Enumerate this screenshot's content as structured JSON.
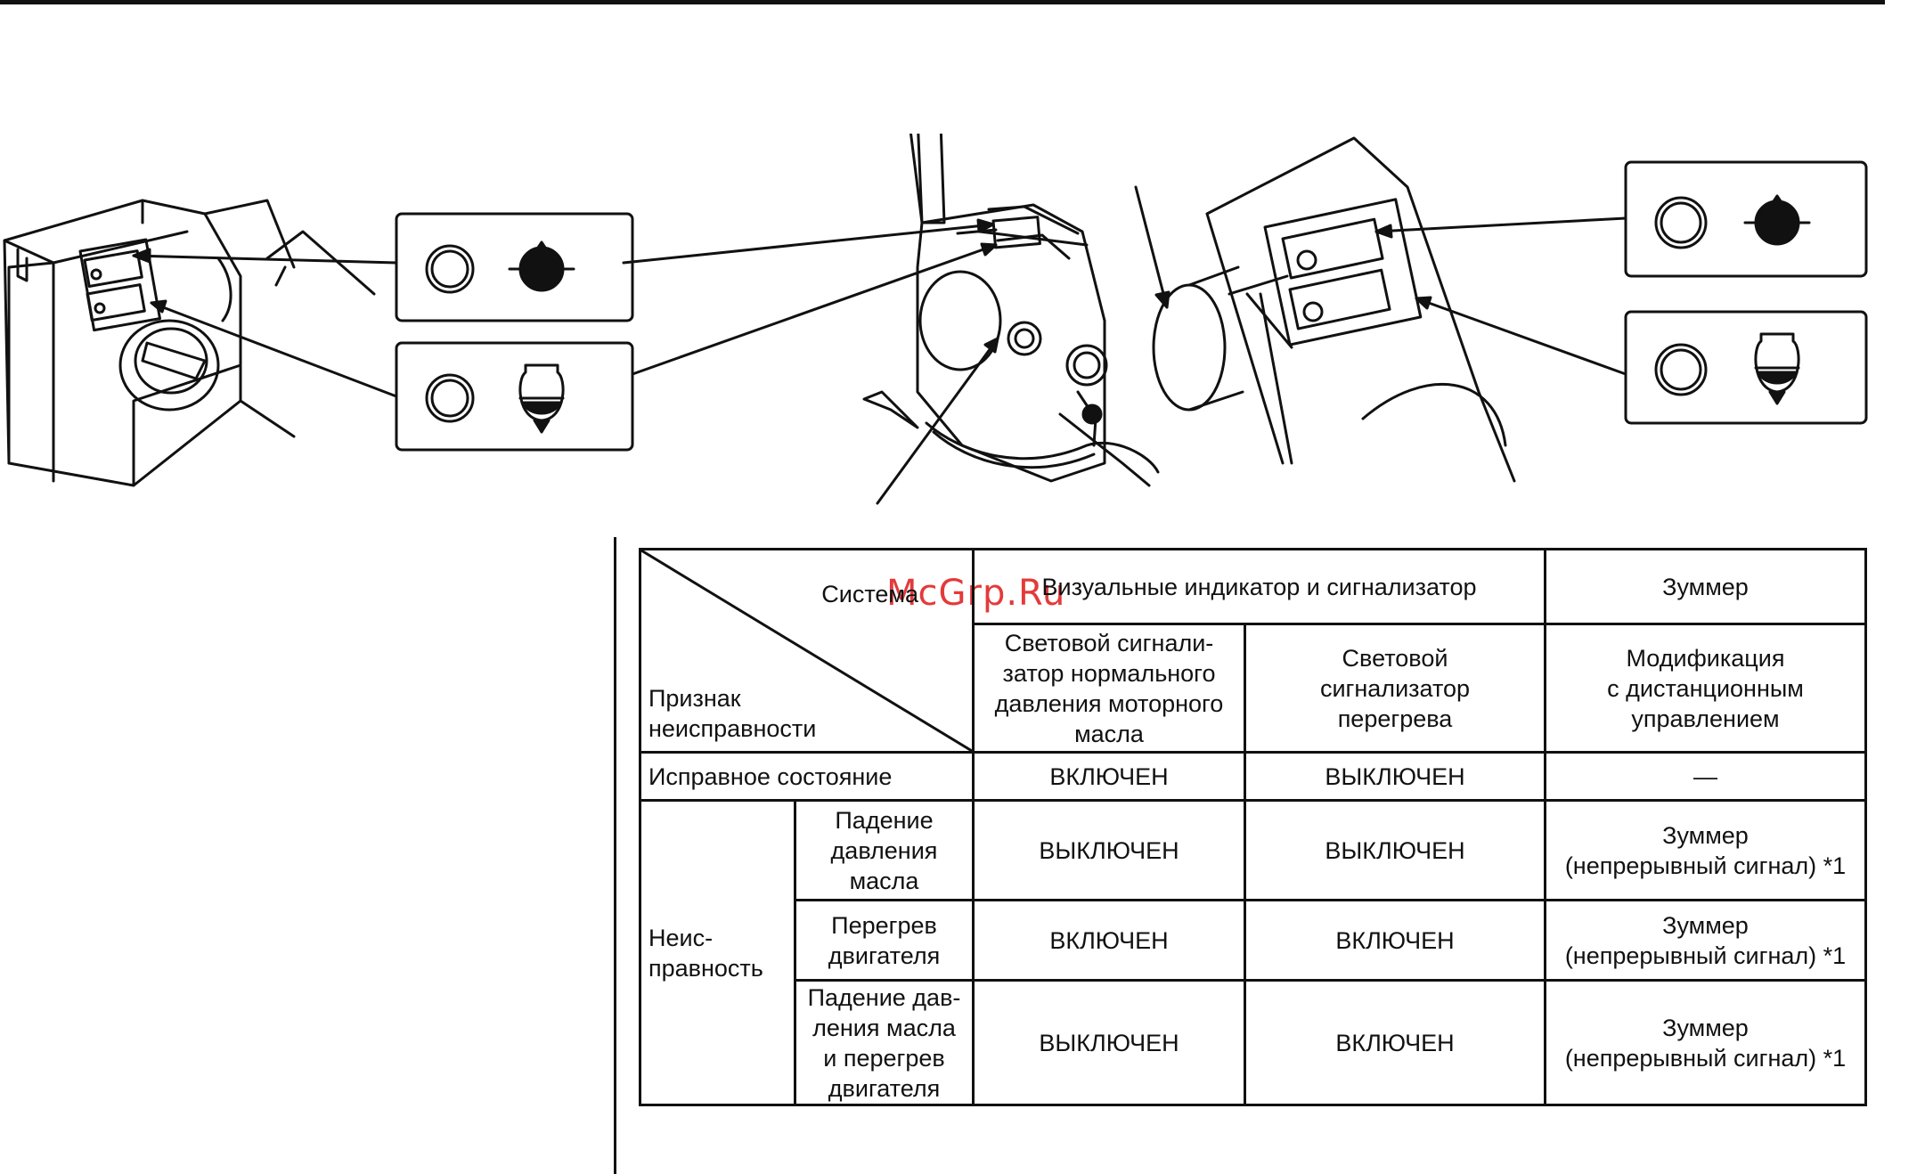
{
  "watermark": "McGrp.Ru",
  "illustration": {
    "indicators": [
      {
        "name": "oil-pressure-indicator",
        "icon": "oil-drop-icon"
      },
      {
        "name": "overheat-indicator",
        "icon": "thermometer-bulb-icon"
      }
    ]
  },
  "table": {
    "header": {
      "system": "Система",
      "symptom": "Признак\nнеисправности",
      "visual": "Визуальные индикатор и сигнализатор",
      "buzzer": "Зуммер",
      "oil_lamp": "Световой сигнали-\nзатор нормального\nдавления моторного\nмасла",
      "overheat_lamp": "Световой\nсигнализатор\nперегрева",
      "remote": "Модификация\nс дистанционным\nуправлением"
    },
    "normal": {
      "label": "Исправное состояние",
      "oil": "ВКЛЮЧЕН",
      "overheat": "ВЫКЛЮЧЕН",
      "buzzer": "—"
    },
    "fault_label": "Неис-\nправность",
    "faults": [
      {
        "label": "Падение\nдавления\nмасла",
        "oil": "ВЫКЛЮЧЕН",
        "overheat": "ВЫКЛЮЧЕН",
        "buzzer": "Зуммер\n(непрерывный сигнал) *1"
      },
      {
        "label": "Перегрев\nдвигателя",
        "oil": "ВКЛЮЧЕН",
        "overheat": "ВКЛЮЧЕН",
        "buzzer": "Зуммер\n(непрерывный сигнал) *1"
      },
      {
        "label": "Падение дав-\nления масла\nи перегрев\nдвигателя",
        "oil": "ВЫКЛЮЧЕН",
        "overheat": "ВКЛЮЧЕН",
        "buzzer": "Зуммер\n(непрерывный сигнал) *1"
      }
    ]
  }
}
